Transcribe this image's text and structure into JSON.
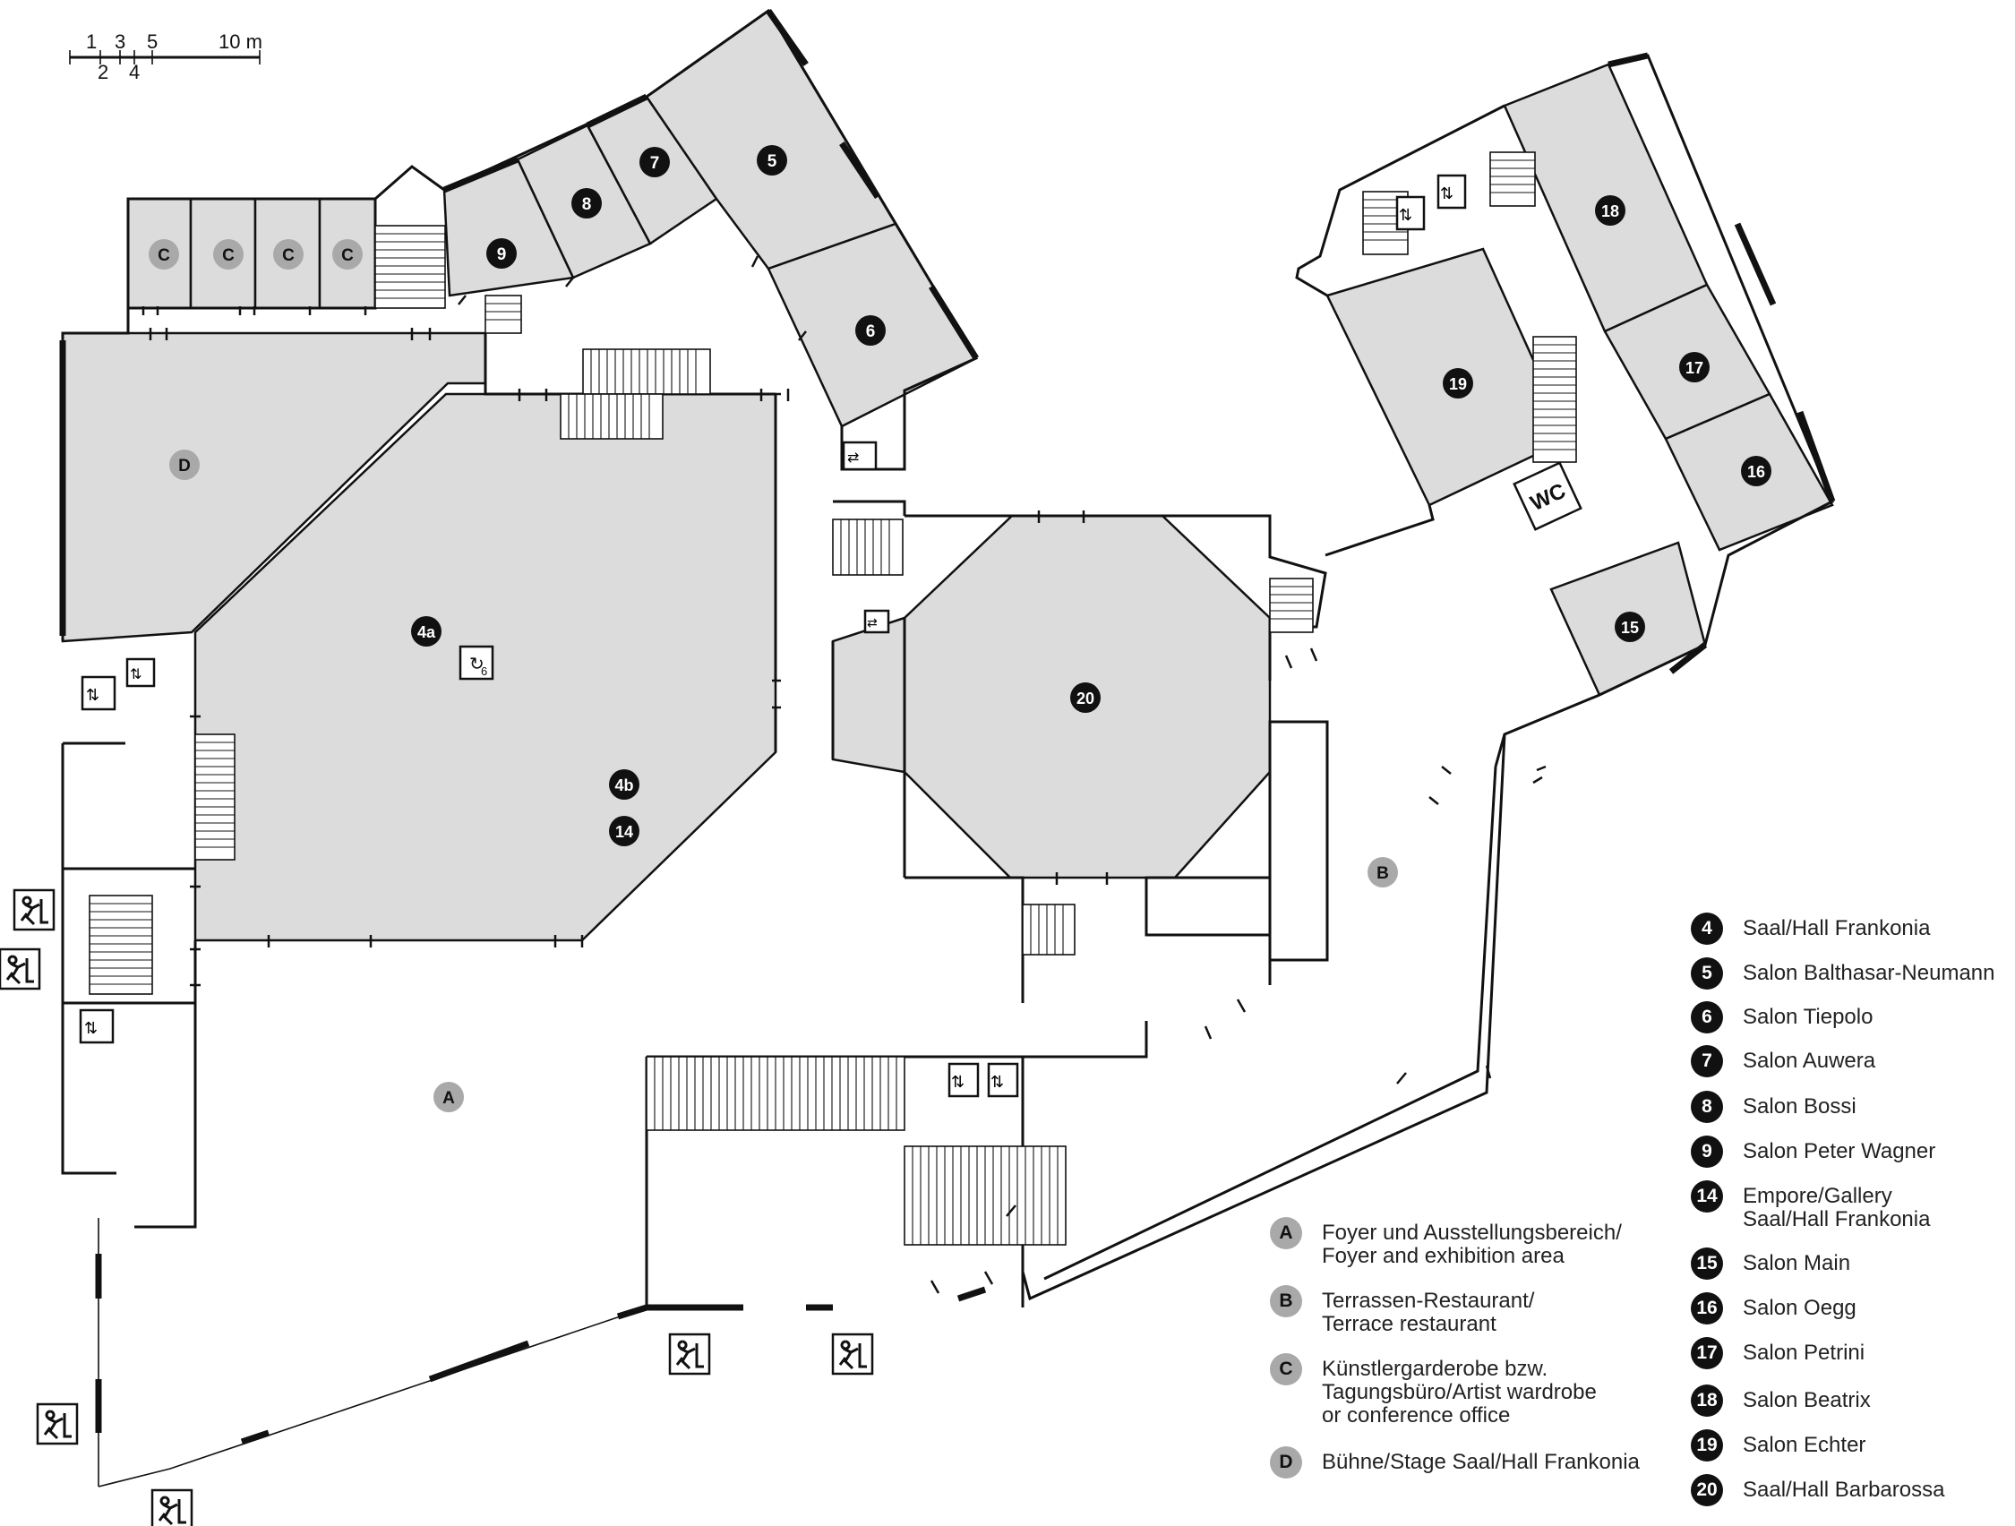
{
  "scale_bar": {
    "labels_top": [
      "1",
      "3",
      "5",
      "10 m"
    ],
    "labels_bottom": [
      "2",
      "4"
    ]
  },
  "rooms": {
    "r4a": "4a",
    "r4b": "4b",
    "r14": "14",
    "r5": "5",
    "r6": "6",
    "r7": "7",
    "r8": "8",
    "r9": "9",
    "r15": "15",
    "r16": "16",
    "r17": "17",
    "r18": "18",
    "r19": "19",
    "r20": "20",
    "A": "A",
    "B": "B",
    "D": "D",
    "C": "C"
  },
  "signs": {
    "wc": "WC",
    "capacity_sub": "6"
  },
  "legend_letters": [
    {
      "badge": "A",
      "text": "Foyer und Ausstellungsbereich/\nFoyer and exhibition area"
    },
    {
      "badge": "B",
      "text": "Terrassen-Restaurant/\nTerrace restaurant"
    },
    {
      "badge": "C",
      "text": "Künstlergarderobe bzw.\nTagungsbüro/Artist wardrobe\nor conference office"
    },
    {
      "badge": "D",
      "text": "Bühne/Stage Saal/Hall Frankonia"
    }
  ],
  "legend_numbers": [
    {
      "badge": "4",
      "text": "Saal/Hall Frankonia"
    },
    {
      "badge": "5",
      "text": "Salon Balthasar-Neumann"
    },
    {
      "badge": "6",
      "text": "Salon Tiepolo"
    },
    {
      "badge": "7",
      "text": "Salon Auwera"
    },
    {
      "badge": "8",
      "text": "Salon Bossi"
    },
    {
      "badge": "9",
      "text": "Salon Peter Wagner"
    },
    {
      "badge": "14",
      "text": "Empore/Gallery\nSaal/Hall Frankonia"
    },
    {
      "badge": "15",
      "text": "Salon Main"
    },
    {
      "badge": "16",
      "text": "Salon Oegg"
    },
    {
      "badge": "17",
      "text": "Salon Petrini"
    },
    {
      "badge": "18",
      "text": "Salon Beatrix"
    },
    {
      "badge": "19",
      "text": "Salon Echter"
    },
    {
      "badge": "20",
      "text": "Saal/Hall Barbarossa"
    }
  ]
}
